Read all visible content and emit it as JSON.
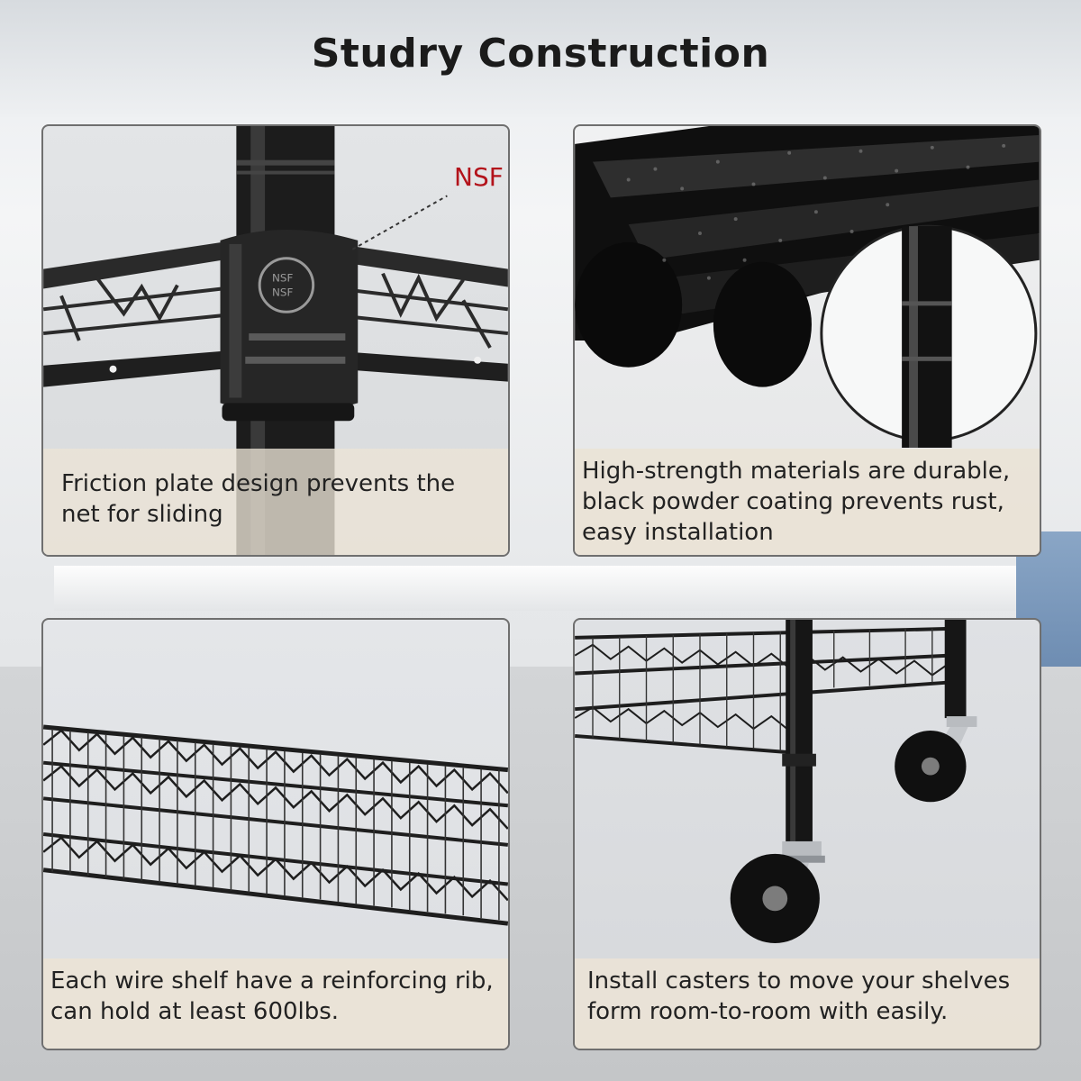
{
  "title": "Studry Construction",
  "panels": [
    {
      "id": "friction-plate",
      "label": "NSF",
      "caption_lines": [
        "Friction plate design prevents the",
        "net for sliding"
      ]
    },
    {
      "id": "materials",
      "caption_lines": [
        "High-strength materials are durable,",
        "black powder coating prevents rust,",
        "easy installation"
      ]
    },
    {
      "id": "wire-shelf",
      "caption_lines": [
        "Each wire shelf have a reinforcing rib,",
        "can hold at least 600lbs."
      ]
    },
    {
      "id": "casters",
      "caption_lines": [
        "Install casters to move your shelves",
        "form room-to-room with easily."
      ]
    }
  ],
  "colors": {
    "nsf_red": "#b3131b",
    "caption_bg": "#eae3d6",
    "frame": "#6f6f6f"
  }
}
